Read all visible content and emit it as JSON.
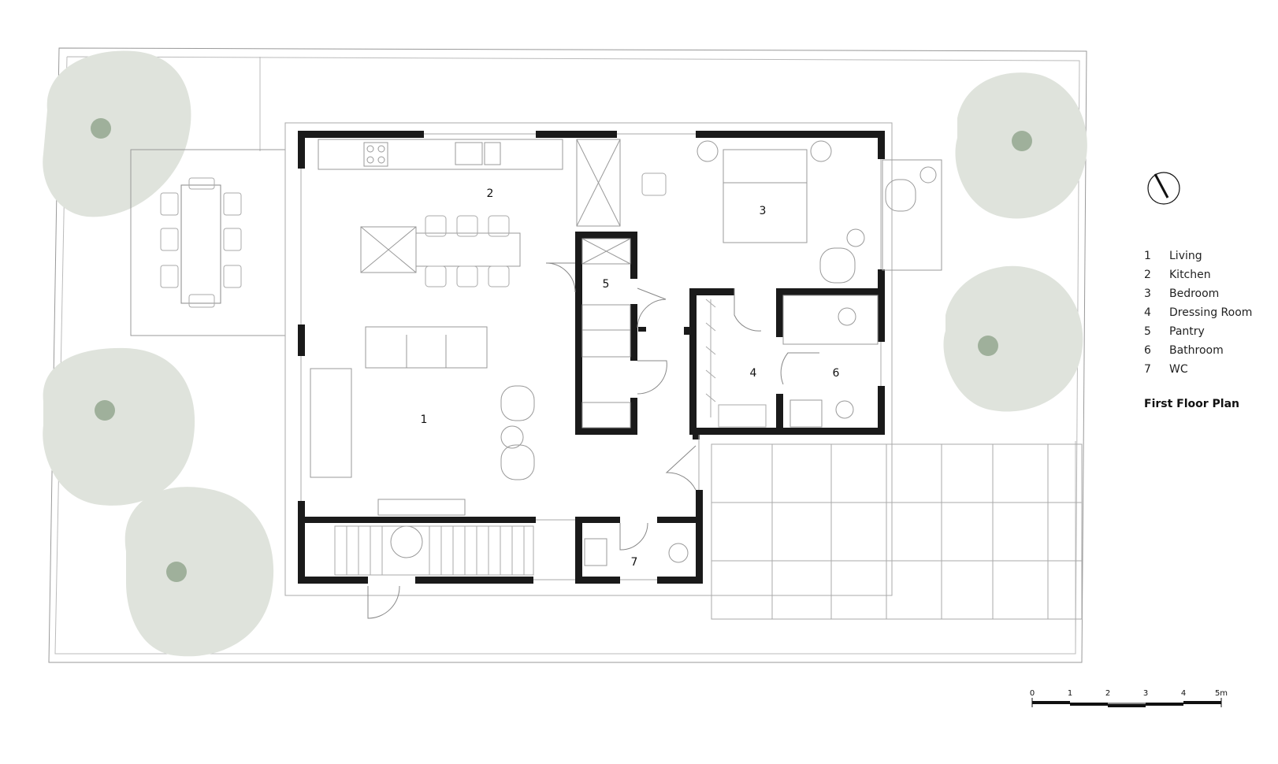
{
  "rooms": [
    {
      "number": "1",
      "name": "Living"
    },
    {
      "number": "2",
      "name": "Kitchen"
    },
    {
      "number": "3",
      "name": "Bedroom"
    },
    {
      "number": "4",
      "name": "Dressing Room"
    },
    {
      "number": "5",
      "name": "Pantry"
    },
    {
      "number": "6",
      "name": "Bathroom"
    },
    {
      "number": "7",
      "name": "WC"
    }
  ],
  "plan_title": "First Floor Plan",
  "scale_labels": [
    "0",
    "1",
    "2",
    "3",
    "4",
    "5m"
  ],
  "colors": {
    "wall": "#1a1a1a",
    "tree": "#dfe3dc",
    "trunk": "#9fb09b",
    "line": "#999999"
  }
}
